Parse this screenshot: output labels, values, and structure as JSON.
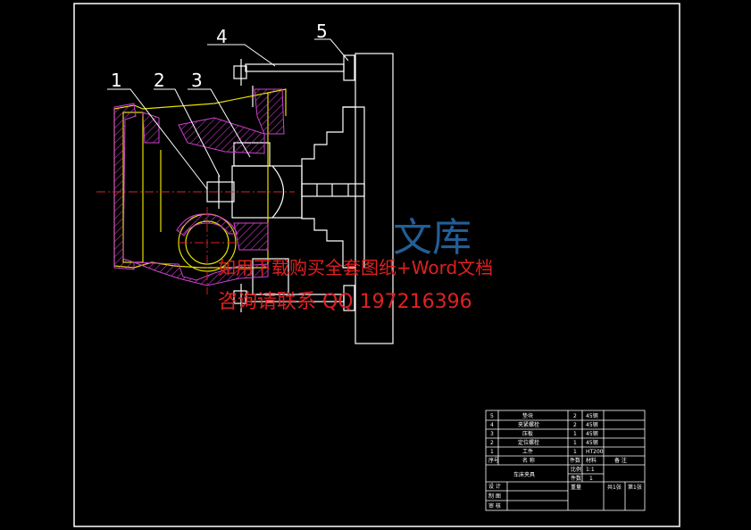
{
  "callouts": [
    "1",
    "2",
    "3",
    "4",
    "5"
  ],
  "watermark": {
    "line1": "如用下载购买全套图纸+Word文档",
    "line2": "咨询请联系  QQ 197216396",
    "logo": "文库"
  },
  "title_block": {
    "parts": [
      {
        "no": "5",
        "name": "垫块",
        "qty": "2",
        "material": "45钢"
      },
      {
        "no": "4",
        "name": "夹紧螺栓",
        "qty": "2",
        "material": "45钢"
      },
      {
        "no": "3",
        "name": "压板",
        "qty": "1",
        "material": "45钢"
      },
      {
        "no": "2",
        "name": "定位螺栓",
        "qty": "1",
        "material": "45钢"
      },
      {
        "no": "1",
        "name": "工件",
        "qty": "1",
        "material": "HT200"
      }
    ],
    "header": {
      "no": "序号",
      "name": "名 称",
      "qty": "件数",
      "material": "材料",
      "note": "备 注"
    },
    "drawing_name": "车床夹具",
    "scale_label": "比例",
    "scale_value": "1:1",
    "count_label": "件数",
    "count_value": "1",
    "weight_label": "重量",
    "sheet_total": "共1张",
    "sheet_no": "第1张",
    "design_label": "设 计",
    "draw_label": "制 图",
    "review_label": "审 核"
  }
}
